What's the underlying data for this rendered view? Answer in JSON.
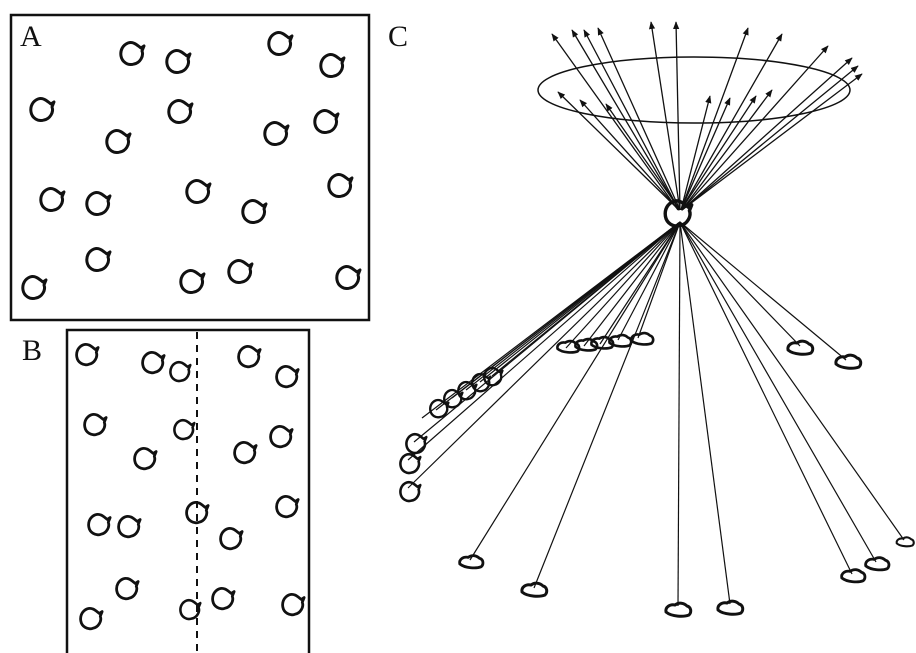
{
  "panels": {
    "a": {
      "label": "A"
    },
    "b": {
      "label": "B"
    },
    "c": {
      "label": "C"
    }
  },
  "colors": {
    "ink": "#111111",
    "background": "#ffffff"
  }
}
